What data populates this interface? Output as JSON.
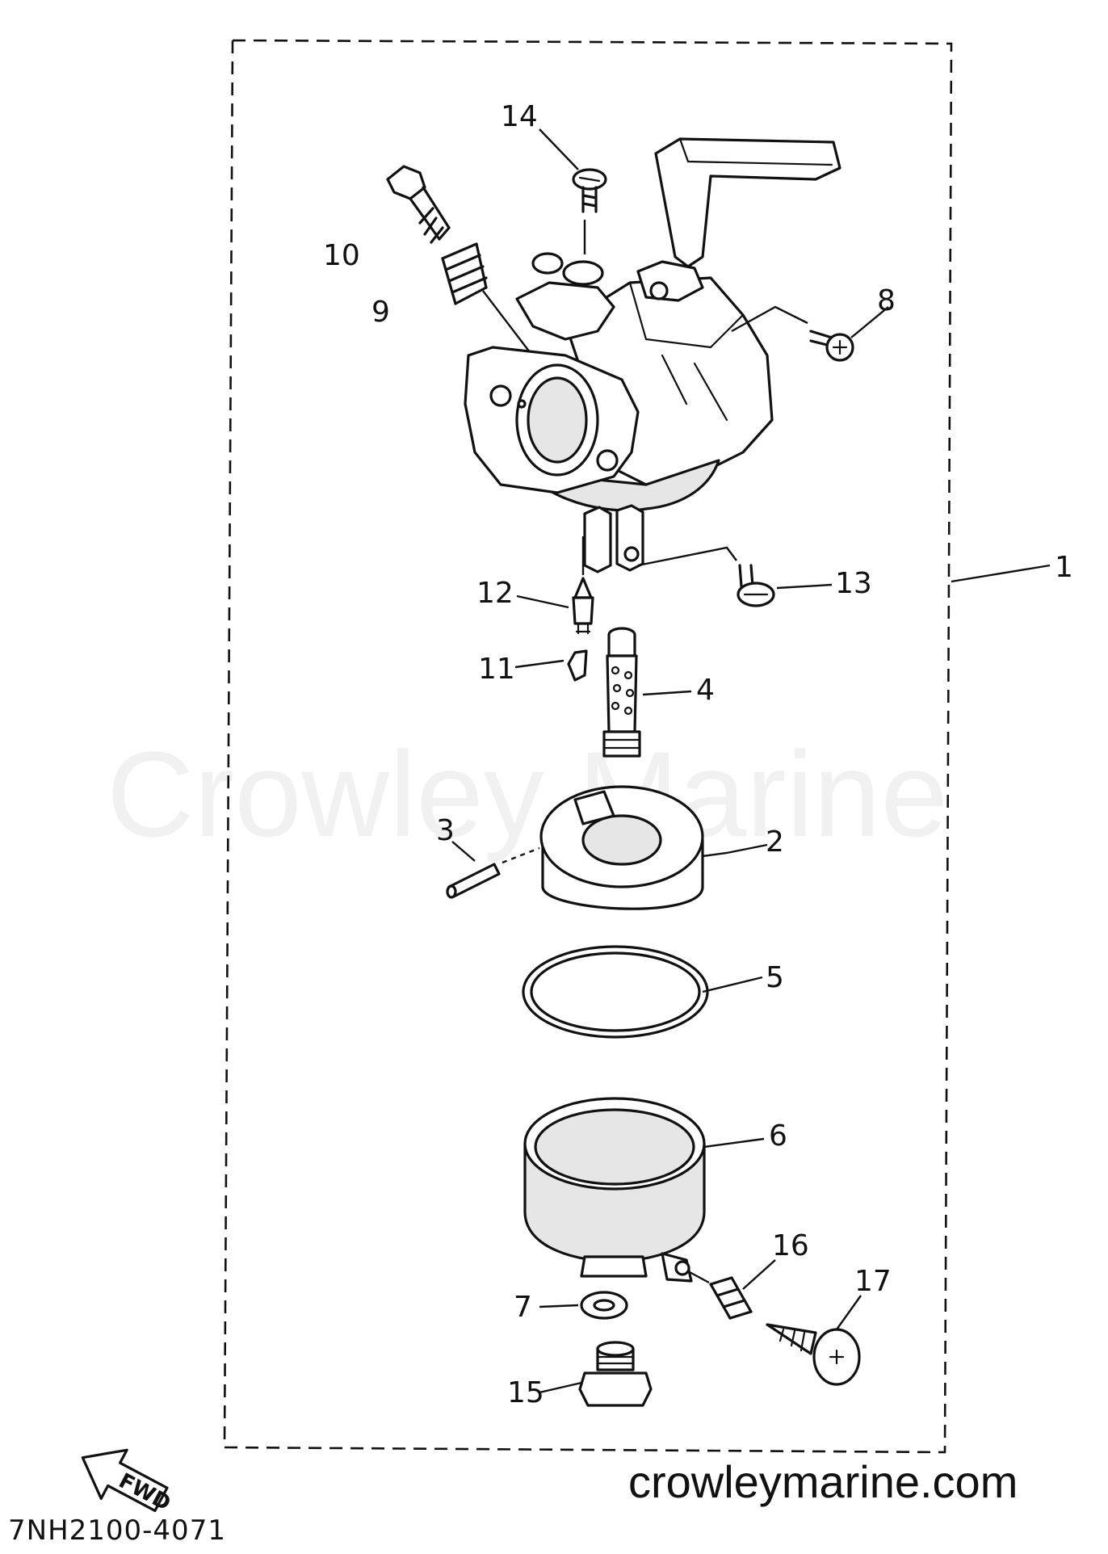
{
  "watermark": "Crowley Marine",
  "website": "crowleymarine.com",
  "diagram_code": "7NH2100-4071",
  "direction_label": "FWD",
  "callouts": {
    "c1": "1",
    "c2": "2",
    "c3": "3",
    "c4": "4",
    "c5": "5",
    "c6": "6",
    "c7": "7",
    "c8": "8",
    "c9": "9",
    "c10": "10",
    "c11": "11",
    "c12": "12",
    "c13": "13",
    "c14": "14",
    "c15": "15",
    "c16": "16",
    "c17": "17"
  }
}
